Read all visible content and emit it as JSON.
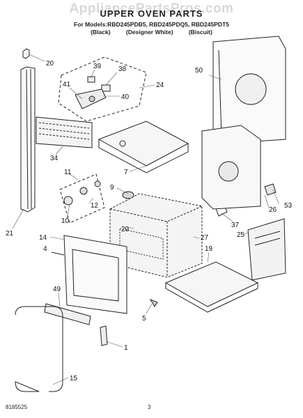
{
  "header": {
    "watermark": "AppliancePartsPros.com",
    "title": "UPPER OVEN PARTS",
    "models": "For Models:RBD245PDB5, RBD245PDQ5, RBD245PDT5",
    "colors": [
      "(Black)",
      "(Designer White)",
      "(Biscuit)"
    ]
  },
  "footer": {
    "part_number": "8185525",
    "page_number": "3"
  },
  "callouts": [
    "20",
    "39",
    "38",
    "24",
    "41",
    "40",
    "50",
    "34",
    "7",
    "11",
    "9",
    "12",
    "10",
    "21",
    "26",
    "53",
    "37",
    "29",
    "27",
    "25",
    "14",
    "4",
    "19",
    "49",
    "5",
    "1",
    "15"
  ]
}
